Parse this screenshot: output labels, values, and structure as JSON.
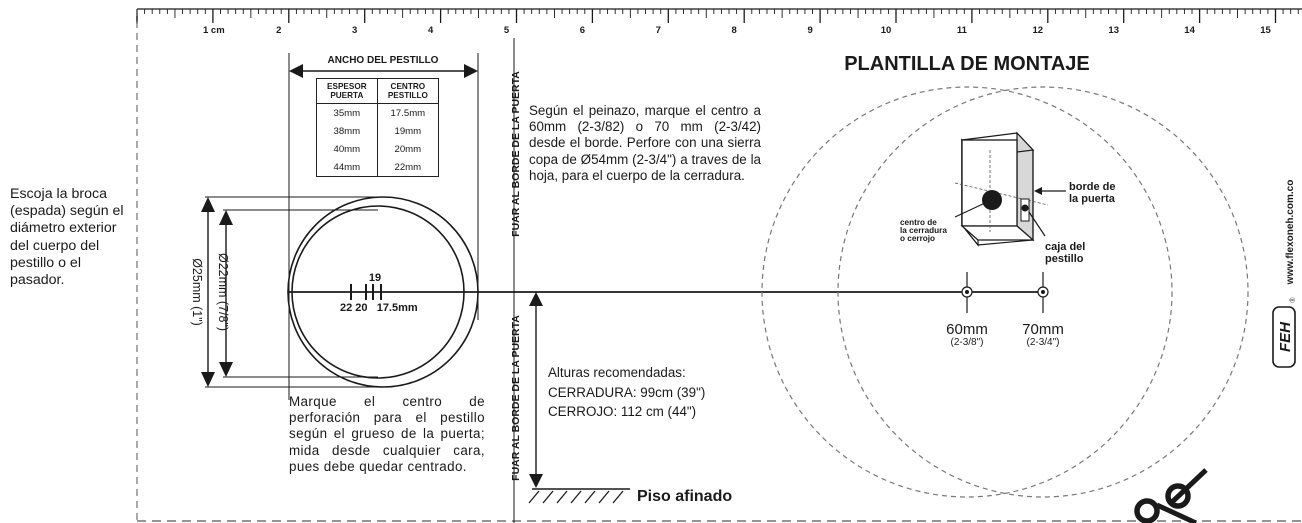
{
  "ruler": {
    "unit_label": "1 cm",
    "numbers": [
      "2",
      "3",
      "4",
      "5",
      "6",
      "7",
      "8",
      "9",
      "10",
      "11",
      "12",
      "13",
      "14",
      "15"
    ]
  },
  "title": "PLANTILLA DE MONTAJE",
  "left_note": "Escoja la broca (espada) según el diámetro exterior del cuerpo del pestillo o el pasador.",
  "latch_width": {
    "label": "ANCHO DEL PESTILLO",
    "table": {
      "headers": [
        [
          "ESPESOR",
          "PUERTA"
        ],
        [
          "CENTRO",
          "PESTILLO"
        ]
      ],
      "rows": [
        [
          "35mm",
          "17.5mm"
        ],
        [
          "38mm",
          "19mm"
        ],
        [
          "40mm",
          "20mm"
        ],
        [
          "44mm",
          "22mm"
        ]
      ]
    }
  },
  "dimensions": {
    "outer": "Ø25mm (1\")",
    "inner": "Ø22mm (7/8\")",
    "top_mark": "19",
    "bottom_marks": "22 20   17.5mm"
  },
  "edge_label_top": "FUAR AL BORDE DE LA PUERTA",
  "edge_label_bottom": "FUAR AL BORDE DE LA PUERTA",
  "instructions": "Según el peinazo, marque el centro a 60mm (2-3/82) o 70 mm (2-3/42) desde el borde. Perfore con una sierra copa de Ø54mm (2-3/4\") a traves de la hoja, para el cuerpo de la cerradura.",
  "center_note": "Marque el centro de perforación para el pestillo según el grueso de la puerta; mida desde cualquier cara, pues debe quedar centrado.",
  "heights": {
    "title": "Alturas recomendadas:",
    "lock": "CERRADURA: 99cm (39\")",
    "bolt": "CERROJO: 112 cm (44\")"
  },
  "floor_label": "Piso afinado",
  "offsets": [
    {
      "mm": "60mm",
      "inch": "(2-3/8\")"
    },
    {
      "mm": "70mm",
      "inch": "(2-3/4\")"
    }
  ],
  "illustration": {
    "door_edge": "borde de\nla puerta",
    "lock_center": "centro de\nla cerradura\no cerrojo",
    "latch_box": "caja del\npestillo"
  },
  "brand": {
    "logo": "FEH",
    "website": "www.flexoneh.com.co",
    "registered": "®"
  },
  "colors": {
    "ink": "#1a1a1a",
    "dashed": "#777777"
  }
}
